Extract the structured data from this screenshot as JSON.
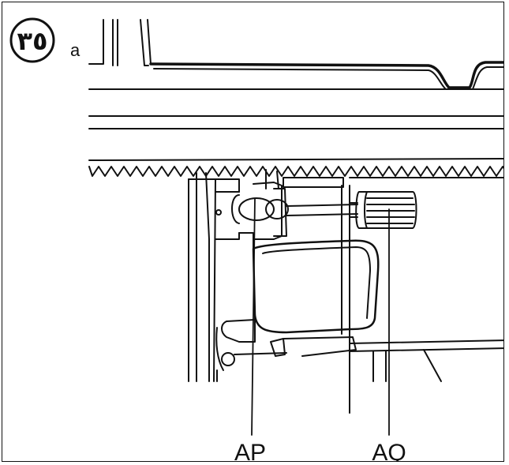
{
  "figure": {
    "step_number": "٣٥",
    "step_suffix": "a",
    "callouts": [
      {
        "id": "AP",
        "label": "AP"
      },
      {
        "id": "AQ",
        "label": "AQ"
      }
    ],
    "colors": {
      "line": "#111111",
      "background": "#ffffff"
    }
  }
}
